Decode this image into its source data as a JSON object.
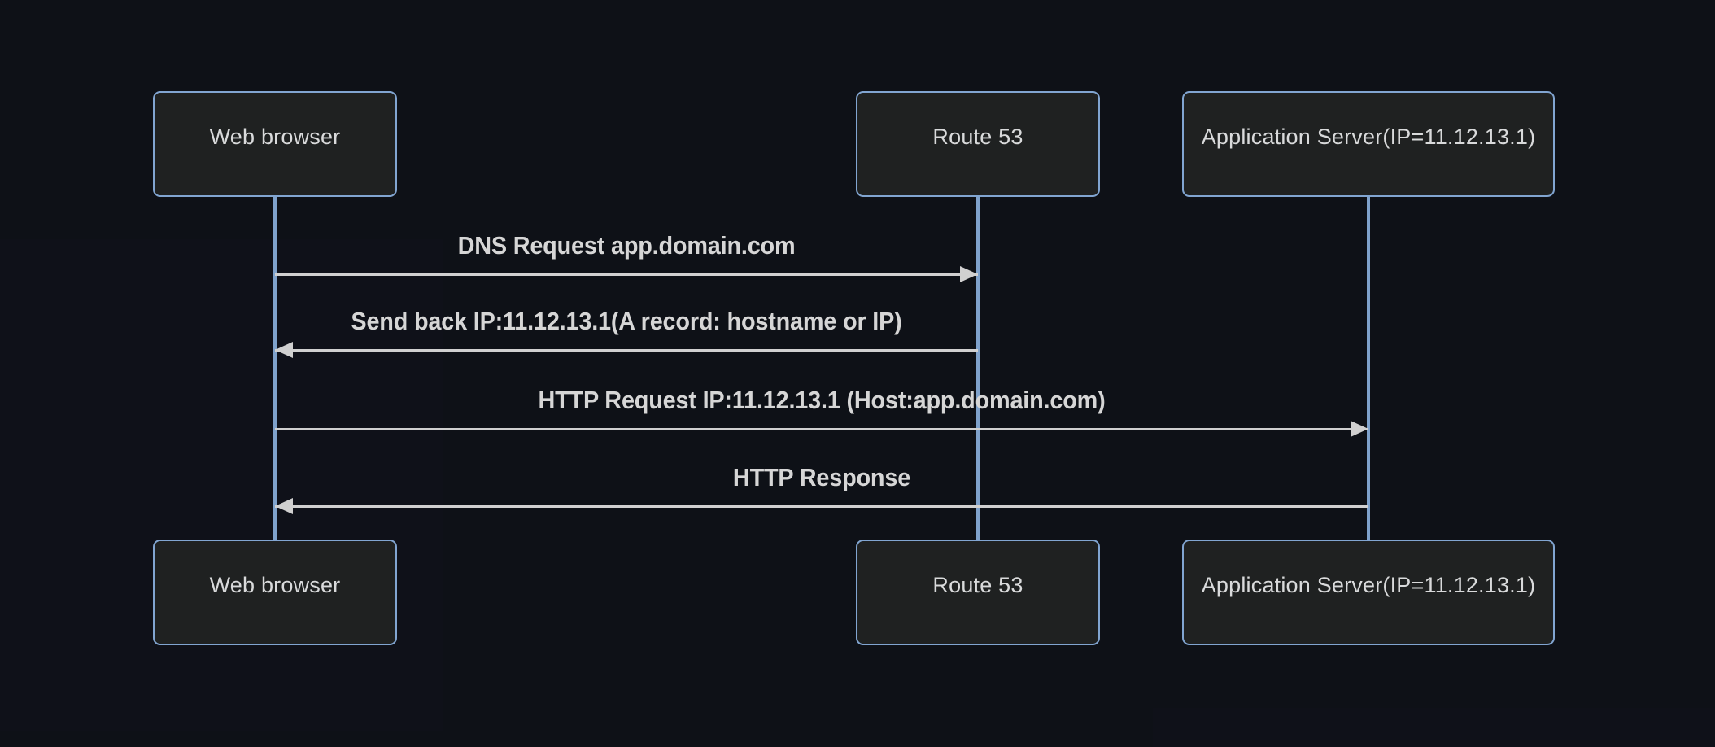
{
  "diagram_type": "sequence",
  "colors": {
    "background": "#0e1117",
    "actor_fill": "#1f2121",
    "actor_border": "#81a5d1",
    "actor_text": "#d9dadb",
    "lifeline": "#7fa2cc",
    "signal": "#d0d0d0",
    "signal_text": "#d6d6d6"
  },
  "actors": [
    {
      "id": "web-browser",
      "label": "Web browser"
    },
    {
      "id": "route-53",
      "label": "Route 53"
    },
    {
      "id": "application-server",
      "label": "Application Server(IP=11.12.13.1)"
    }
  ],
  "messages": [
    {
      "from": "web-browser",
      "to": "route-53",
      "direction": "right",
      "label": "DNS Request app.domain.com"
    },
    {
      "from": "route-53",
      "to": "web-browser",
      "direction": "left",
      "label": "Send back IP:11.12.13.1(A record: hostname or IP)"
    },
    {
      "from": "web-browser",
      "to": "application-server",
      "direction": "right",
      "label": "HTTP Request IP:11.12.13.1 (Host:app.domain.com)"
    },
    {
      "from": "application-server",
      "to": "web-browser",
      "direction": "left",
      "label": "HTTP Response"
    }
  ]
}
